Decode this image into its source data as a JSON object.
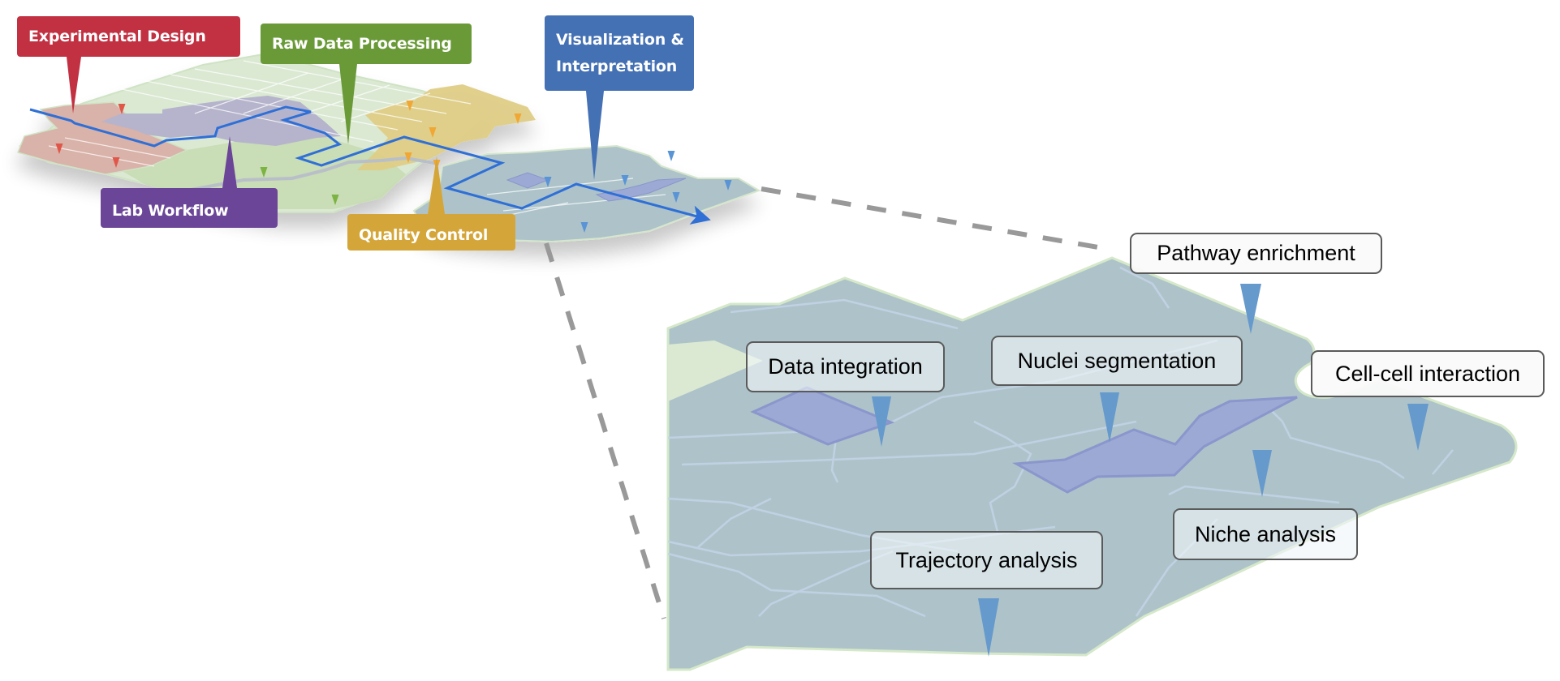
{
  "colors": {
    "experimental_design": "#c23142",
    "raw_data_processing": "#6a9a38",
    "visualization": "#4470b4",
    "lab_workflow": "#6b4597",
    "quality_control": "#d4a63a",
    "route": "#2f6fd6",
    "detail_map_fill": "#adc3c9",
    "detail_region_fill": "#9ca9d4",
    "detail_marker": "#6699cc",
    "dash_connector": "#999999"
  },
  "overview": {
    "stages": [
      {
        "id": "experimental-design",
        "label": "Experimental Design"
      },
      {
        "id": "raw-data-processing",
        "label": "Raw Data Processing"
      },
      {
        "id": "visualization-interpretation",
        "label_line1": "Visualization &",
        "label_line2": "Interpretation"
      },
      {
        "id": "lab-workflow",
        "label": "Lab Workflow"
      },
      {
        "id": "quality-control",
        "label": "Quality Control"
      }
    ]
  },
  "detail": {
    "labels": [
      {
        "id": "data-integration",
        "label": "Data integration"
      },
      {
        "id": "nuclei-segmentation",
        "label": "Nuclei segmentation"
      },
      {
        "id": "pathway-enrichment",
        "label": "Pathway enrichment"
      },
      {
        "id": "cell-cell-interaction",
        "label": "Cell-cell interaction"
      },
      {
        "id": "niche-analysis",
        "label": "Niche analysis"
      },
      {
        "id": "trajectory-analysis",
        "label": "Trajectory analysis"
      }
    ]
  }
}
